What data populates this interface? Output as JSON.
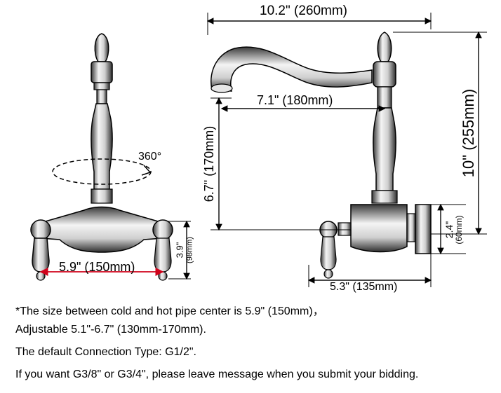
{
  "dimensions": {
    "spout_width": "10.2\" (260mm)",
    "spout_reach": "7.1\" (180mm)",
    "body_height": "10\" (255mm)",
    "spout_height": "6.7\" (170mm)",
    "rotation": "360°",
    "pipe_center": "5.9\" (150mm)",
    "handle_height_imperial": "3.9\"",
    "handle_height_metric": "(98mm)",
    "inlet_height_imperial": "2.4\"",
    "inlet_height_metric": "(60mm)",
    "wall_depth": "5.3\" (135mm)"
  },
  "notes": [
    "*The size between cold and hot pipe center is 5.9\" (150mm)，",
    "Adjustable 5.1\"-6.7\" (130mm-170mm).",
    "The default Connection Type: G1/2\".",
    "If you want G3/8\" or G3/4\", please leave message when you submit your bidding."
  ],
  "colors": {
    "line": "#000000",
    "arrow_red": "#d0021b",
    "body_fill": "#f2f2f2",
    "shade": "#555555"
  }
}
